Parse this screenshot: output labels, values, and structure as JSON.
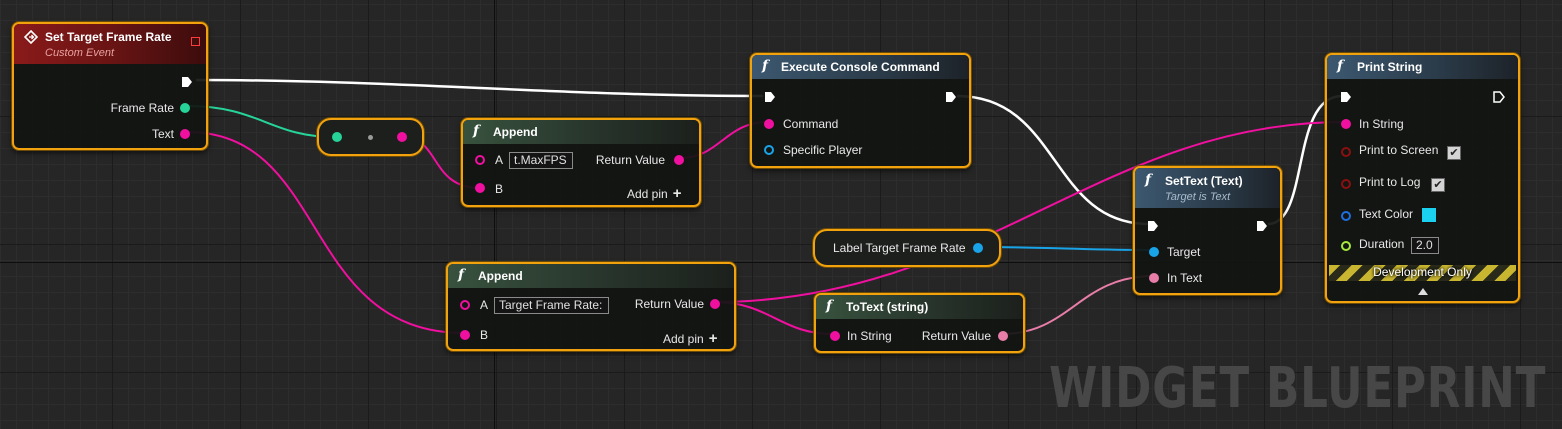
{
  "colors": {
    "node_border": "#f2a20c",
    "exec": "#ffffff",
    "float_pin": "#26d398",
    "string_pin": "#f0109f",
    "text_pin": "#e87da8",
    "object_pin": "#19a4e8",
    "bool_pin": "#8a1010",
    "color_pin": "#1e6fe0",
    "float_hollow_pin": "#a6e83c",
    "text_color_value": "#1ad2f0"
  },
  "nodes": {
    "custom_event": {
      "title": "Set Target Frame Rate",
      "subtitle": "Custom Event",
      "icon": "custom-event-icon",
      "pins": {
        "frame_rate": "Frame Rate",
        "text": "Text"
      }
    },
    "reroute": {
      "icon": "reroute-dot"
    },
    "append_1": {
      "title": "Append",
      "icon": "function-icon",
      "a_label": "A",
      "a_value": "t.MaxFPS",
      "b_label": "B",
      "return_label": "Return Value",
      "add_pin_label": "Add pin"
    },
    "append_2": {
      "title": "Append",
      "icon": "function-icon",
      "a_label": "A",
      "a_value": "Target Frame Rate:",
      "b_label": "B",
      "return_label": "Return Value",
      "add_pin_label": "Add pin"
    },
    "execute_console_command": {
      "title": "Execute Console Command",
      "icon": "function-icon",
      "command_label": "Command",
      "specific_player_label": "Specific Player"
    },
    "label_variable": {
      "label": "Label Target Frame Rate"
    },
    "to_text": {
      "title": "ToText (string)",
      "icon": "function-icon",
      "in_label": "In String",
      "return_label": "Return Value"
    },
    "set_text": {
      "title": "SetText (Text)",
      "subtitle": "Target is Text",
      "icon": "function-icon",
      "target_label": "Target",
      "in_text_label": "In Text"
    },
    "print_string": {
      "title": "Print String",
      "icon": "function-icon",
      "in_string_label": "In String",
      "print_to_screen_label": "Print to Screen",
      "print_to_screen": true,
      "print_to_log_label": "Print to Log",
      "print_to_log": true,
      "text_color_label": "Text Color",
      "duration_label": "Duration",
      "duration_value": "2.0",
      "dev_only_label": "Development Only",
      "check_glyph": "✔",
      "expand_icon": "chevron-up-icon"
    }
  },
  "watermark": "WIDGET BLUEPRINT"
}
